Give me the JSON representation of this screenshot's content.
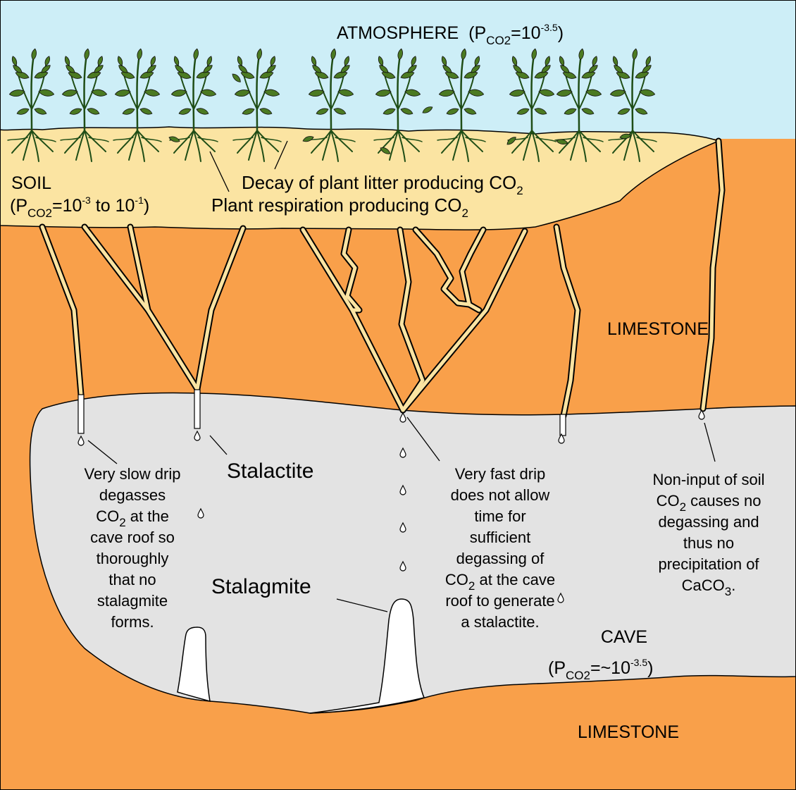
{
  "colors": {
    "atmosphere": "#cdeef7",
    "soil": "#fbe4a2",
    "limestone": "#f9a04a",
    "cave": "#e3e3e3",
    "speleothem": "#ffffff",
    "plant_stem": "#1f4d16",
    "plant_leaf": "#4b7a22",
    "outline": "#000000"
  },
  "labels": {
    "atmosphere": {
      "word": "ATMOSPHERE",
      "open": "(P",
      "sub": "CO2",
      "eq": "=10",
      "sup": "-3.5",
      "close": ")"
    },
    "soil": {
      "word": "SOIL",
      "open": "(P",
      "sub": "CO2",
      "eq": "=10",
      "sup1": "-3",
      "mid": " to 10",
      "sup2": "-1",
      "close": ")"
    },
    "decay": {
      "text": "Decay of plant litter producing CO",
      "sub": "2"
    },
    "respiration": {
      "text": "Plant respiration producing CO",
      "sub": "2"
    },
    "limestone_upper": "LIMESTONE",
    "limestone_lower": "LIMESTONE",
    "stalactite": "Stalactite",
    "stalagmite": "Stalagmite",
    "cave": {
      "word": "CAVE",
      "open": "(P",
      "sub": "CO2",
      "eq": "=~10",
      "sup": "-3.5",
      "close": ")"
    },
    "slow_drip": {
      "line1": "Very slow drip",
      "line2": "degasses",
      "line3_a": "CO",
      "line3_sub": "2",
      "line3_b": " at the",
      "line4": "cave roof so",
      "line5": "thoroughly",
      "line6": "that no",
      "line7": "stalagmite",
      "line8": "forms."
    },
    "fast_drip": {
      "line1": "Very fast drip",
      "line2": "does not allow",
      "line3": "time for",
      "line4": "sufficient",
      "line5": "degassing of",
      "line6_a": "CO",
      "line6_sub": "2",
      "line6_b": " at the cave",
      "line7": "roof to generate",
      "line8": "a stalactite."
    },
    "non_input": {
      "line1": "Non-input of soil",
      "line2_a": "CO",
      "line2_sub": "2",
      "line2_b": " causes no",
      "line3": "degassing and",
      "line4": "thus no",
      "line5": "precipitation of",
      "line6_a": "CaCO",
      "line6_sub": "3",
      "line6_b": "."
    }
  }
}
